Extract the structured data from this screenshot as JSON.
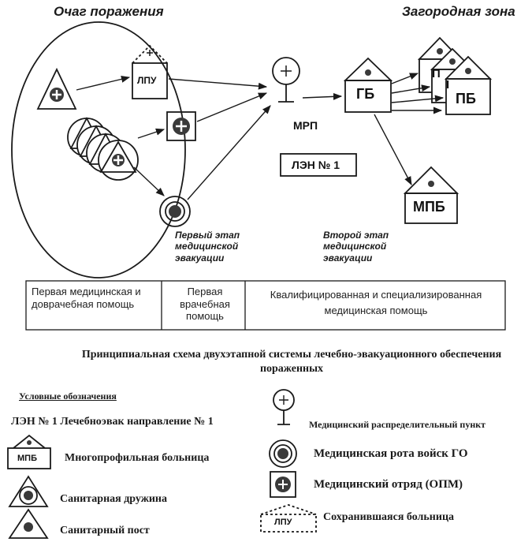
{
  "zones": {
    "lesion_focus": "Очаг поражения",
    "suburban_zone": "Загородная зона"
  },
  "nodes": {
    "lpu": "ЛПУ",
    "mrp": "МРП",
    "len": "ЛЭН № 1",
    "gb": "ГБ",
    "pb": "ПБ",
    "pb_partial_1": "П",
    "pb_partial_2": "I",
    "mpb": "МПБ"
  },
  "stages": {
    "first": "Первый этап медицинской эвакуации",
    "second": "Второй этап медицинской эвакуации"
  },
  "table": {
    "cells": [
      "Первая медицинская и доврачебная помощь",
      "Первая врачебная помощь",
      "Квалифицированная и специализированная медицинская помощь"
    ]
  },
  "caption": "Принципиальная схема двухэтапной системы лечебно-эвакуационного обеспечения пораженных",
  "legend": {
    "title": "Условные обозначения",
    "len_line": "ЛЭН № 1 Лечебноэвак направление № 1",
    "mpb_box": "МПБ",
    "mpb": "Многопрофильная больница",
    "sanitary_squad": "Санитарная дружина",
    "sanitary_post": "Санитарный пост",
    "mrp": "Медицинский распределительный пункт",
    "med_company": "Медицинская рота  войск ГО",
    "med_detachment": "Медицинский отряд   (ОПМ)",
    "lpu_box": "ЛПУ",
    "preserved_hospital": "Сохранившаяся больница"
  },
  "colors": {
    "ink": "#1a1a1a",
    "cross": "#3a3a3a"
  }
}
